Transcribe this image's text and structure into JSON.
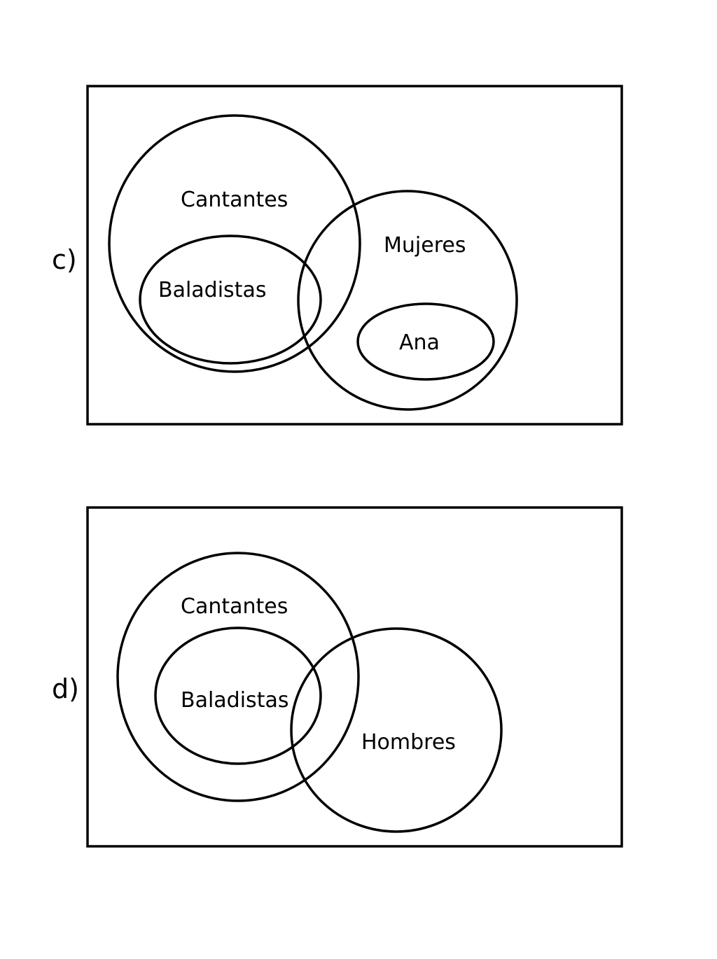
{
  "colors": {
    "stroke": "#000000",
    "background": "#ffffff"
  },
  "diagrams": [
    {
      "label": "c)",
      "sets": {
        "cantantes": "Cantantes",
        "baladistas": "Baladistas",
        "mujeres": "Mujeres",
        "ana": "Ana"
      }
    },
    {
      "label": "d)",
      "sets": {
        "cantantes": "Cantantes",
        "baladistas": "Baladistas",
        "hombres": "Hombres"
      }
    }
  ]
}
